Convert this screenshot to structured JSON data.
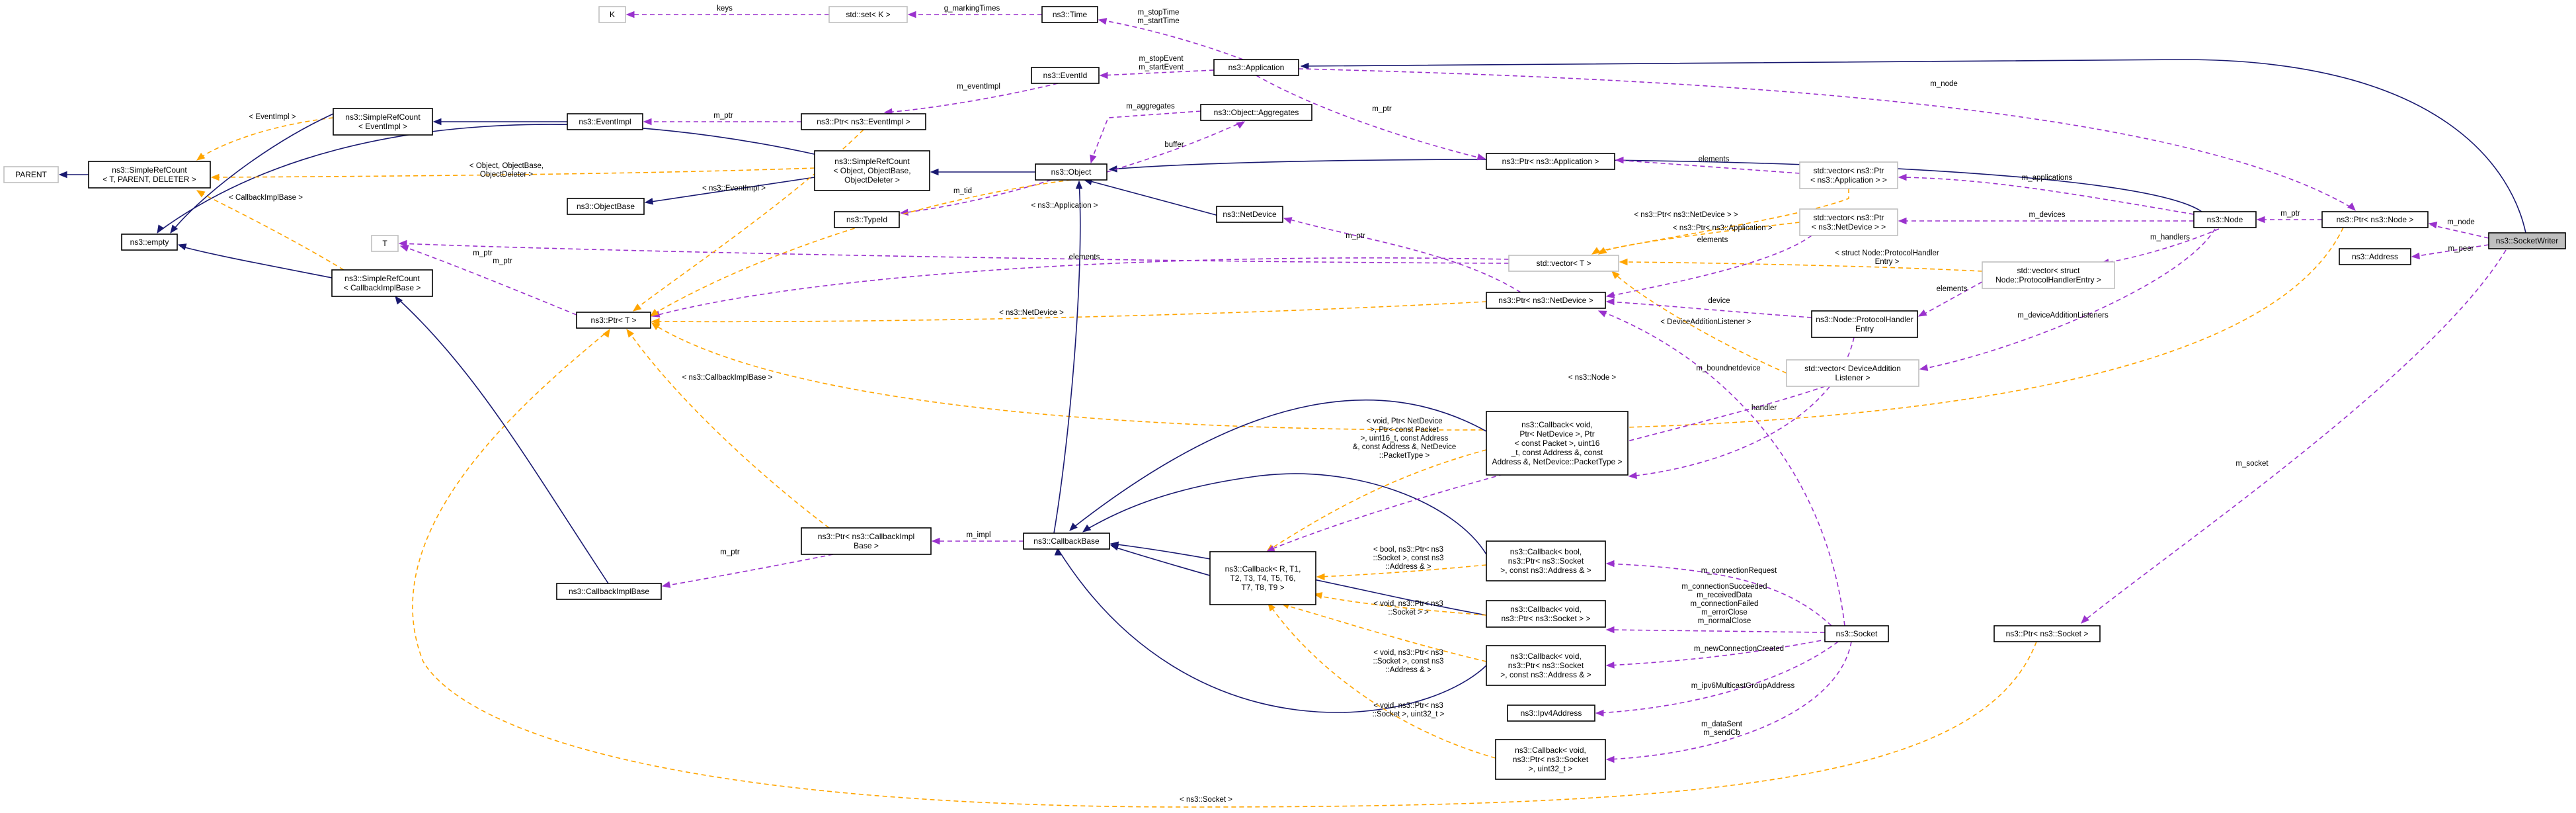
{
  "colors": {
    "inheritance": "#191970",
    "usage": "#9a32cd",
    "template": "#ffa500",
    "focus_fill": "#bfbfbf",
    "ghost_border": "#bfbfbf"
  },
  "nodes": [
    {
      "id": "socketwriter",
      "lines": [
        "ns3::SocketWriter"
      ],
      "style": "focus"
    },
    {
      "id": "ptr_node",
      "lines": [
        "ns3::Ptr< ns3::Node >"
      ]
    },
    {
      "id": "address",
      "lines": [
        "ns3::Address"
      ]
    },
    {
      "id": "node",
      "lines": [
        "ns3::Node"
      ]
    },
    {
      "id": "vec_ptr_app",
      "lines": [
        "std::vector< ns3::Ptr",
        "< ns3::Application > >"
      ],
      "style": "ghost"
    },
    {
      "id": "vec_ptr_nd",
      "lines": [
        "std::vector< ns3::Ptr",
        "< ns3::NetDevice > >"
      ],
      "style": "ghost"
    },
    {
      "id": "vec_t",
      "lines": [
        "std::vector< T >"
      ],
      "style": "ghost"
    },
    {
      "id": "vec_phe",
      "lines": [
        "std::vector< struct",
        "Node::ProtocolHandlerEntry >"
      ],
      "style": "ghost"
    },
    {
      "id": "vec_dal",
      "lines": [
        "std::vector< DeviceAddition",
        "Listener >"
      ],
      "style": "ghost"
    },
    {
      "id": "phe",
      "lines": [
        "ns3::Node::ProtocolHandler",
        "Entry"
      ]
    },
    {
      "id": "ptr_app",
      "lines": [
        "ns3::Ptr< ns3::Application >"
      ]
    },
    {
      "id": "ptr_nd",
      "lines": [
        "ns3::Ptr< ns3::NetDevice >"
      ]
    },
    {
      "id": "application",
      "lines": [
        "ns3::Application"
      ]
    },
    {
      "id": "time",
      "lines": [
        "ns3::Time"
      ]
    },
    {
      "id": "set_k",
      "lines": [
        "std::set< K >"
      ],
      "style": "ghost"
    },
    {
      "id": "k",
      "lines": [
        "K"
      ],
      "style": "ghost"
    },
    {
      "id": "eventid",
      "lines": [
        "ns3::EventId"
      ]
    },
    {
      "id": "aggregates",
      "lines": [
        "ns3::Object::Aggregates"
      ]
    },
    {
      "id": "object",
      "lines": [
        "ns3::Object"
      ]
    },
    {
      "id": "netdevice",
      "lines": [
        "ns3::NetDevice"
      ]
    },
    {
      "id": "typeid",
      "lines": [
        "ns3::TypeId"
      ]
    },
    {
      "id": "src_obj",
      "lines": [
        "ns3::SimpleRefCount",
        "< Object, ObjectBase,",
        "ObjectDeleter >"
      ]
    },
    {
      "id": "objectbase",
      "lines": [
        "ns3::ObjectBase"
      ]
    },
    {
      "id": "ptr_eventimpl",
      "lines": [
        "ns3::Ptr< ns3::EventImpl >"
      ]
    },
    {
      "id": "eventimpl",
      "lines": [
        "ns3::EventImpl"
      ]
    },
    {
      "id": "src_eventimpl",
      "lines": [
        "ns3::SimpleRefCount",
        "< EventImpl >"
      ]
    },
    {
      "id": "src_tpd",
      "lines": [
        "ns3::SimpleRefCount",
        "< T, PARENT, DELETER >"
      ]
    },
    {
      "id": "parent",
      "lines": [
        "PARENT"
      ],
      "style": "ghost"
    },
    {
      "id": "empty",
      "lines": [
        "ns3::empty"
      ]
    },
    {
      "id": "t",
      "lines": [
        "T"
      ],
      "style": "ghost"
    },
    {
      "id": "src_cbimpl",
      "lines": [
        "ns3::SimpleRefCount",
        "< CallbackImplBase >"
      ]
    },
    {
      "id": "ptr_t",
      "lines": [
        "ns3::Ptr< T >"
      ]
    },
    {
      "id": "cbimplbase",
      "lines": [
        "ns3::CallbackImplBase"
      ]
    },
    {
      "id": "ptr_cbimpl",
      "lines": [
        "ns3::Ptr< ns3::CallbackImpl",
        "Base >"
      ]
    },
    {
      "id": "cbbase",
      "lines": [
        "ns3::CallbackBase"
      ]
    },
    {
      "id": "cb_generic",
      "lines": [
        "ns3::Callback< R, T1,",
        "T2, T3, T4, T5, T6,",
        "T7, T8, T9 >"
      ]
    },
    {
      "id": "cb_nd",
      "lines": [
        "ns3::Callback< void,",
        "Ptr< NetDevice >, Ptr",
        "< const Packet >, uint16",
        "_t, const Address &, const",
        "Address &, NetDevice::PacketType >"
      ]
    },
    {
      "id": "cb_bool",
      "lines": [
        "ns3::Callback< bool,",
        "ns3::Ptr< ns3::Socket",
        ">, const ns3::Address & >"
      ]
    },
    {
      "id": "cb_void_sock",
      "lines": [
        "ns3::Callback< void,",
        "ns3::Ptr< ns3::Socket > >"
      ]
    },
    {
      "id": "cb_void_sock_addr",
      "lines": [
        "ns3::Callback< void,",
        "ns3::Ptr< ns3::Socket",
        ">, const ns3::Address & >"
      ]
    },
    {
      "id": "ipv4addr",
      "lines": [
        "ns3::Ipv4Address"
      ]
    },
    {
      "id": "cb_void_sock_u32",
      "lines": [
        "ns3::Callback< void,",
        "ns3::Ptr< ns3::Socket",
        ">, uint32_t >"
      ]
    },
    {
      "id": "socket",
      "lines": [
        "ns3::Socket"
      ]
    },
    {
      "id": "ptr_socket",
      "lines": [
        "ns3::Ptr< ns3::Socket >"
      ]
    }
  ],
  "edges": [
    {
      "id": "e1",
      "type": "usage",
      "label": [
        "m_node"
      ]
    },
    {
      "id": "e2",
      "type": "usage",
      "label": [
        "m_peer"
      ]
    },
    {
      "id": "e3",
      "type": "usage",
      "label": [
        "m_socket"
      ]
    },
    {
      "id": "e4",
      "type": "inherit",
      "label": []
    },
    {
      "id": "e5",
      "type": "usage",
      "label": [
        "m_ptr"
      ]
    },
    {
      "id": "e6",
      "type": "usage",
      "label": [
        "m_applications"
      ]
    },
    {
      "id": "e7",
      "type": "usage",
      "label": [
        "m_devices"
      ]
    },
    {
      "id": "e8",
      "type": "usage",
      "label": [
        "m_handlers"
      ]
    },
    {
      "id": "e9",
      "type": "usage",
      "label": [
        "m_deviceAdditionListeners"
      ]
    },
    {
      "id": "e10",
      "type": "template",
      "label": [
        "< ns3::Node >"
      ]
    },
    {
      "id": "e11",
      "type": "usage",
      "label": [
        "m_node"
      ]
    },
    {
      "id": "e12",
      "type": "inherit",
      "label": []
    },
    {
      "id": "e13",
      "type": "usage",
      "label": [
        "m_ptr"
      ]
    },
    {
      "id": "e14",
      "type": "usage",
      "label": [
        "elements"
      ]
    },
    {
      "id": "e15",
      "type": "template",
      "label": [
        "< ns3::Ptr< ns3::Application >"
      ]
    },
    {
      "id": "e16",
      "type": "usage",
      "label": [
        "elements"
      ]
    },
    {
      "id": "e17",
      "type": "template",
      "label": [
        "< ns3::Ptr< ns3::NetDevice > >"
      ]
    },
    {
      "id": "e18",
      "type": "template",
      "label": [
        "< struct Node::ProtocolHandler",
        "Entry >"
      ]
    },
    {
      "id": "e19",
      "type": "usage",
      "label": [
        "elements"
      ]
    },
    {
      "id": "e20",
      "type": "template",
      "label": [
        "< DeviceAdditionListener >"
      ]
    },
    {
      "id": "e21",
      "type": "usage",
      "label": [
        "device"
      ]
    },
    {
      "id": "e22",
      "type": "usage",
      "label": [
        "handler"
      ]
    },
    {
      "id": "e23",
      "type": "usage",
      "label": [
        "m_ptr"
      ]
    },
    {
      "id": "e24",
      "type": "inherit",
      "label": []
    },
    {
      "id": "e25",
      "type": "usage",
      "label": [
        "m_ptr"
      ]
    },
    {
      "id": "e26",
      "type": "usage",
      "label": [
        "elements"
      ]
    },
    {
      "id": "e27",
      "type": "usage",
      "label": [
        "m_stopTime",
        "m_startTime"
      ]
    },
    {
      "id": "e28",
      "type": "usage",
      "label": [
        "g_markingTimes"
      ]
    },
    {
      "id": "e29",
      "type": "usage",
      "label": [
        "keys"
      ]
    },
    {
      "id": "e30",
      "type": "usage",
      "label": [
        "m_stopEvent",
        "m_startEvent"
      ]
    },
    {
      "id": "e31",
      "type": "usage",
      "label": [
        "m_eventImpl"
      ]
    },
    {
      "id": "e32",
      "type": "usage",
      "label": [
        "m_aggregates"
      ]
    },
    {
      "id": "e33",
      "type": "usage",
      "label": [
        "buffer"
      ]
    },
    {
      "id": "e34",
      "type": "inherit",
      "label": []
    },
    {
      "id": "e35",
      "type": "usage",
      "label": [
        "m_tid"
      ]
    },
    {
      "id": "e36",
      "type": "inherit",
      "label": []
    },
    {
      "id": "e37",
      "type": "inherit",
      "label": []
    },
    {
      "id": "e38",
      "type": "template",
      "label": [
        "< Object, ObjectBase,",
        "ObjectDeleter >"
      ]
    },
    {
      "id": "e39",
      "type": "usage",
      "label": [
        "m_ptr"
      ]
    },
    {
      "id": "e40",
      "type": "inherit",
      "label": []
    },
    {
      "id": "e41",
      "type": "template",
      "label": [
        "< EventImpl >"
      ]
    },
    {
      "id": "e42",
      "type": "inherit",
      "label": []
    },
    {
      "id": "e43",
      "type": "inherit",
      "label": []
    },
    {
      "id": "e44",
      "type": "inherit",
      "label": []
    },
    {
      "id": "e45",
      "type": "template",
      "label": [
        "< CallbackImplBase >"
      ]
    },
    {
      "id": "e46",
      "type": "usage",
      "label": [
        "m_ptr"
      ]
    },
    {
      "id": "e47",
      "type": "template",
      "label": [
        "< ns3::EventImpl >"
      ]
    },
    {
      "id": "e48",
      "type": "template",
      "label": [
        "< ns3::Application >"
      ]
    },
    {
      "id": "e49",
      "type": "template",
      "label": [
        "< ns3::NetDevice >"
      ]
    },
    {
      "id": "e50",
      "type": "template",
      "label": [
        "< ns3::CallbackImplBase >"
      ]
    },
    {
      "id": "e51",
      "type": "template",
      "label": [
        "< ns3::Socket >"
      ]
    },
    {
      "id": "e52",
      "type": "inherit",
      "label": []
    },
    {
      "id": "e53",
      "type": "usage",
      "label": [
        "m_ptr"
      ]
    },
    {
      "id": "e54",
      "type": "usage",
      "label": [
        "m_impl"
      ]
    },
    {
      "id": "e55",
      "type": "inherit",
      "label": []
    },
    {
      "id": "e56",
      "type": "inherit",
      "label": []
    },
    {
      "id": "e57",
      "type": "inherit",
      "label": []
    },
    {
      "id": "e58",
      "type": "inherit",
      "label": []
    },
    {
      "id": "e59",
      "type": "inherit",
      "label": []
    },
    {
      "id": "e60",
      "type": "inherit",
      "label": []
    },
    {
      "id": "e61",
      "type": "template",
      "label": [
        "< void, Ptr< NetDevice",
        ">, Ptr< const Packet",
        ">, uint16_t, const Address",
        "&, const Address &, NetDevice",
        "::PacketType >"
      ]
    },
    {
      "id": "e62",
      "type": "template",
      "label": [
        "< bool, ns3::Ptr< ns3",
        "::Socket >, const ns3",
        "::Address & >"
      ]
    },
    {
      "id": "e63",
      "type": "template",
      "label": [
        "< void, ns3::Ptr< ns3",
        "::Socket > >"
      ]
    },
    {
      "id": "e64",
      "type": "template",
      "label": [
        "< void, ns3::Ptr< ns3",
        "::Socket >, const ns3",
        "::Address & >"
      ]
    },
    {
      "id": "e65",
      "type": "template",
      "label": [
        "< void, ns3::Ptr< ns3",
        "::Socket >, uint32_t >"
      ]
    },
    {
      "id": "e66",
      "type": "usage",
      "label": [
        "m_connectionRequest"
      ]
    },
    {
      "id": "e67",
      "type": "usage",
      "label": [
        "m_connectionSucceeded",
        "m_receivedData",
        "m_connectionFailed",
        "m_errorClose",
        "m_normalClose"
      ]
    },
    {
      "id": "e68",
      "type": "usage",
      "label": [
        "m_newConnectionCreated"
      ]
    },
    {
      "id": "e69",
      "type": "usage",
      "label": [
        "m_ipv6MulticastGroupAddress"
      ]
    },
    {
      "id": "e70",
      "type": "usage",
      "label": [
        "m_dataSent",
        "m_sendCb"
      ]
    },
    {
      "id": "e71",
      "type": "usage",
      "label": [
        "m_boundnetdevice"
      ]
    },
    {
      "id": "e72",
      "type": "usage",
      "label": [
        "elements"
      ]
    }
  ]
}
